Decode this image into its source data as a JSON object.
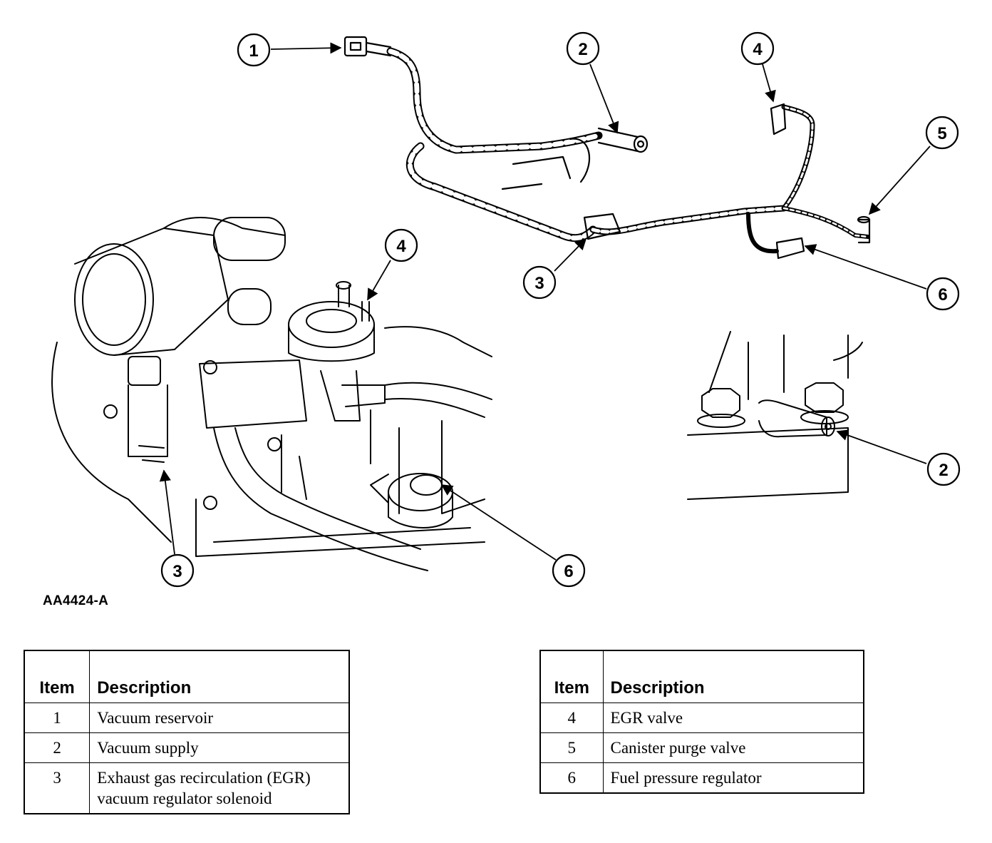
{
  "figure_id": "AA4424-A",
  "callouts": {
    "top_1": "1",
    "top_2": "2",
    "top_3": "3",
    "top_4": "4",
    "top_5": "5",
    "top_6": "6",
    "engine_3": "3",
    "engine_4": "4",
    "engine_6": "6",
    "detail_2": "2"
  },
  "legend_left": {
    "header_item": "Item",
    "header_description": "Description",
    "rows": [
      {
        "item": "1",
        "description": "Vacuum reservoir"
      },
      {
        "item": "2",
        "description": "Vacuum supply"
      },
      {
        "item": "3",
        "description": "Exhaust gas recirculation (EGR) vacuum regulator solenoid"
      }
    ]
  },
  "legend_right": {
    "header_item": "Item",
    "header_description": "Description",
    "rows": [
      {
        "item": "4",
        "description": "EGR valve"
      },
      {
        "item": "5",
        "description": "Canister purge valve"
      },
      {
        "item": "6",
        "description": "Fuel pressure regulator"
      }
    ]
  }
}
